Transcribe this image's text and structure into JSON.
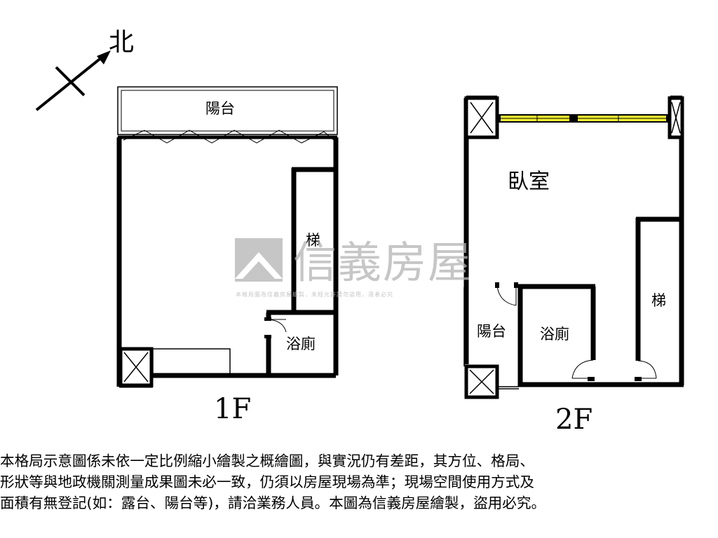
{
  "compass": {
    "label": "北",
    "icon": "north-arrow-icon"
  },
  "floor1": {
    "label": "1F",
    "rooms": {
      "balcony": "陽台",
      "stairs": "梯",
      "bathroom": "浴廁"
    }
  },
  "floor2": {
    "label": "2F",
    "rooms": {
      "bedroom": "臥室",
      "balcony": "陽台",
      "bathroom": "浴廁",
      "stairs": "梯"
    }
  },
  "watermark": {
    "brand": "信義房屋",
    "notice": "本格局圖為信義房屋繪製，未經允許請勿盜用，違者必究",
    "logo": "sinyi-logo-icon"
  },
  "disclaimer": {
    "lines": [
      "本格局示意圖係未依一定比例縮小繪製之概繪圖，與實況仍有差距，其方位、格局、",
      "形狀等與地政機關測量成果圖未必一致，仍須以房屋現場為準；現場空間使用方式及",
      "面積有無登記(如：露台、陽台等)，請洽業務人員。本圖為信義房屋繪製，盜用必究。"
    ]
  }
}
